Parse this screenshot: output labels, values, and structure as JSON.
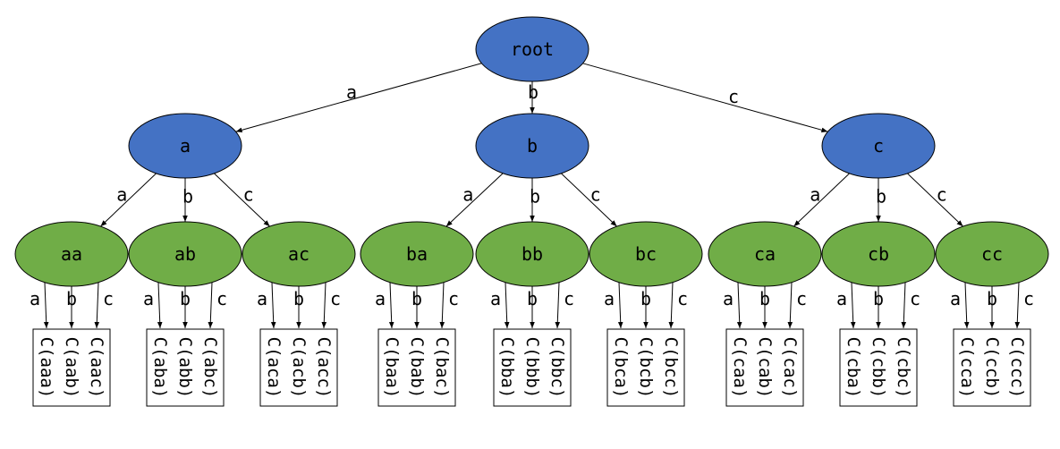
{
  "colors": {
    "top_fill": "#4472c4",
    "mid_fill": "#70ad47",
    "stroke": "#000000"
  },
  "root": {
    "label": "root",
    "children": [
      {
        "edge": "a",
        "label": "a",
        "children": [
          {
            "edge": "a",
            "label": "aa",
            "leaf": {
              "edges": [
                "a",
                "b",
                "c"
              ],
              "items": [
                "C(aaa)",
                "C(aab)",
                "C(aac)"
              ]
            }
          },
          {
            "edge": "b",
            "label": "ab",
            "leaf": {
              "edges": [
                "a",
                "b",
                "c"
              ],
              "items": [
                "C(aba)",
                "C(abb)",
                "C(abc)"
              ]
            }
          },
          {
            "edge": "c",
            "label": "ac",
            "leaf": {
              "edges": [
                "a",
                "b",
                "c"
              ],
              "items": [
                "C(aca)",
                "C(acb)",
                "C(acc)"
              ]
            }
          }
        ]
      },
      {
        "edge": "b",
        "label": "b",
        "children": [
          {
            "edge": "a",
            "label": "ba",
            "leaf": {
              "edges": [
                "a",
                "b",
                "c"
              ],
              "items": [
                "C(baa)",
                "C(bab)",
                "C(bac)"
              ]
            }
          },
          {
            "edge": "b",
            "label": "bb",
            "leaf": {
              "edges": [
                "a",
                "b",
                "c"
              ],
              "items": [
                "C(bba)",
                "C(bbb)",
                "C(bbc)"
              ]
            }
          },
          {
            "edge": "c",
            "label": "bc",
            "leaf": {
              "edges": [
                "a",
                "b",
                "c"
              ],
              "items": [
                "C(bca)",
                "C(bcb)",
                "C(bcc)"
              ]
            }
          }
        ]
      },
      {
        "edge": "c",
        "label": "c",
        "children": [
          {
            "edge": "a",
            "label": "ca",
            "leaf": {
              "edges": [
                "a",
                "b",
                "c"
              ],
              "items": [
                "C(caa)",
                "C(cab)",
                "C(cac)"
              ]
            }
          },
          {
            "edge": "b",
            "label": "cb",
            "leaf": {
              "edges": [
                "a",
                "b",
                "c"
              ],
              "items": [
                "C(cba)",
                "C(cbb)",
                "C(cbc)"
              ]
            }
          },
          {
            "edge": "c",
            "label": "cc",
            "leaf": {
              "edges": [
                "a",
                "b",
                "c"
              ],
              "items": [
                "C(cca)",
                "C(ccb)",
                "C(ccc)"
              ]
            }
          }
        ]
      }
    ]
  }
}
